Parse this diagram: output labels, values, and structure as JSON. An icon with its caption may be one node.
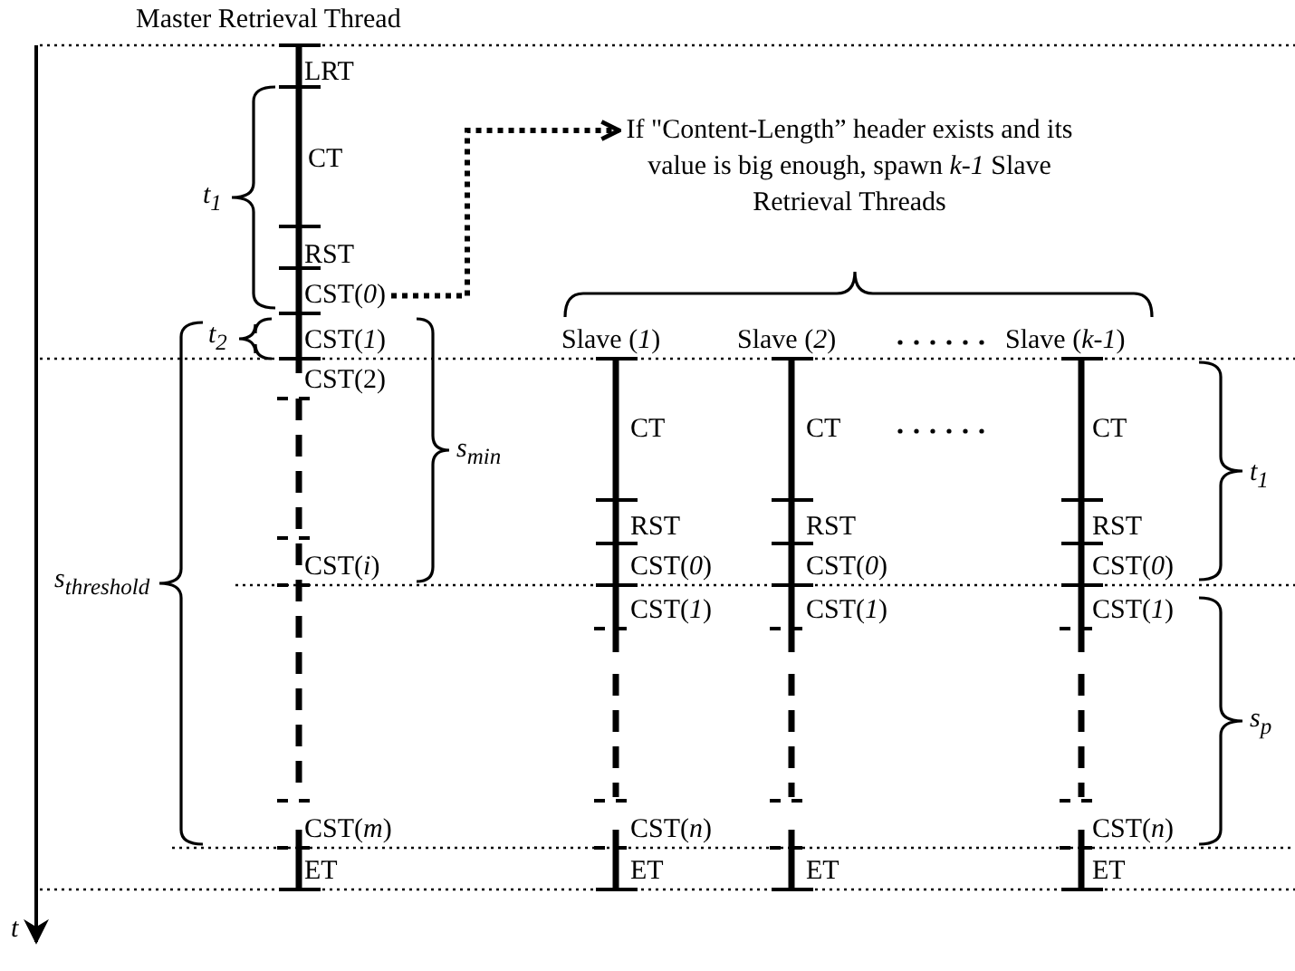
{
  "diagram": {
    "nodes": [
      {
        "text": [
          "CST(*0*)"
        ]
      },
      {
        "text": [
          "If \"Content-Length” header exists and its value is big enough, spawn *k-1* Slave Retrieval Threads"
        ]
      }
    ],
    "edges": [
      {
        "from": 0,
        "to": 1,
        "arrow": "to",
        "style": "dashed"
      }
    ],
    "labels": [
      "Master Retrieval Thread",
      "LRT",
      "CT",
      "t$_{1}$",
      "RST",
      "t$_{2}$",
      "CST(*1*)",
      "Slave (*1*)",
      "Slave (*2*)",
      "Slave (*k-1*)",
      "CST(2)",
      "s$_{min}$",
      "CT",
      "CT",
      "CT",
      "t$_{1}$",
      "RST",
      "RST",
      "RST",
      "s$_{threshold}$",
      "CST(*i*)",
      "CST(*0*)",
      "CST(*0*)",
      "CST(*0*)",
      "CST(*1*)",
      "CST(*1*)",
      "CST(*1*)",
      "s$_{p}$",
      "CST(*m*)",
      "CST(*n*)",
      "CST(*n*)",
      "ET",
      "ET",
      "ET",
      "ET",
      "t"
    ]
  }
}
